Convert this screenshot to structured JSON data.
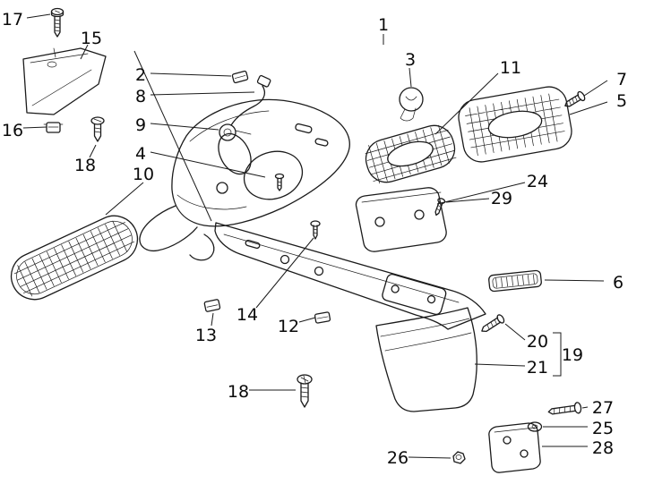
{
  "diagram": {
    "callouts": {
      "n1": "1",
      "n2": "2",
      "n3": "3",
      "n4": "4",
      "n5": "5",
      "n6": "6",
      "n7": "7",
      "n8": "8",
      "n9": "9",
      "n10": "10",
      "n11": "11",
      "n12": "12",
      "n13": "13",
      "n14": "14",
      "n15": "15",
      "n16": "16",
      "n17": "17",
      "n18a": "18",
      "n18b": "18",
      "n19": "19",
      "n20": "20",
      "n21": "21",
      "n24": "24",
      "n25": "25",
      "n26": "26",
      "n27": "27",
      "n28": "28",
      "n29": "29"
    }
  }
}
